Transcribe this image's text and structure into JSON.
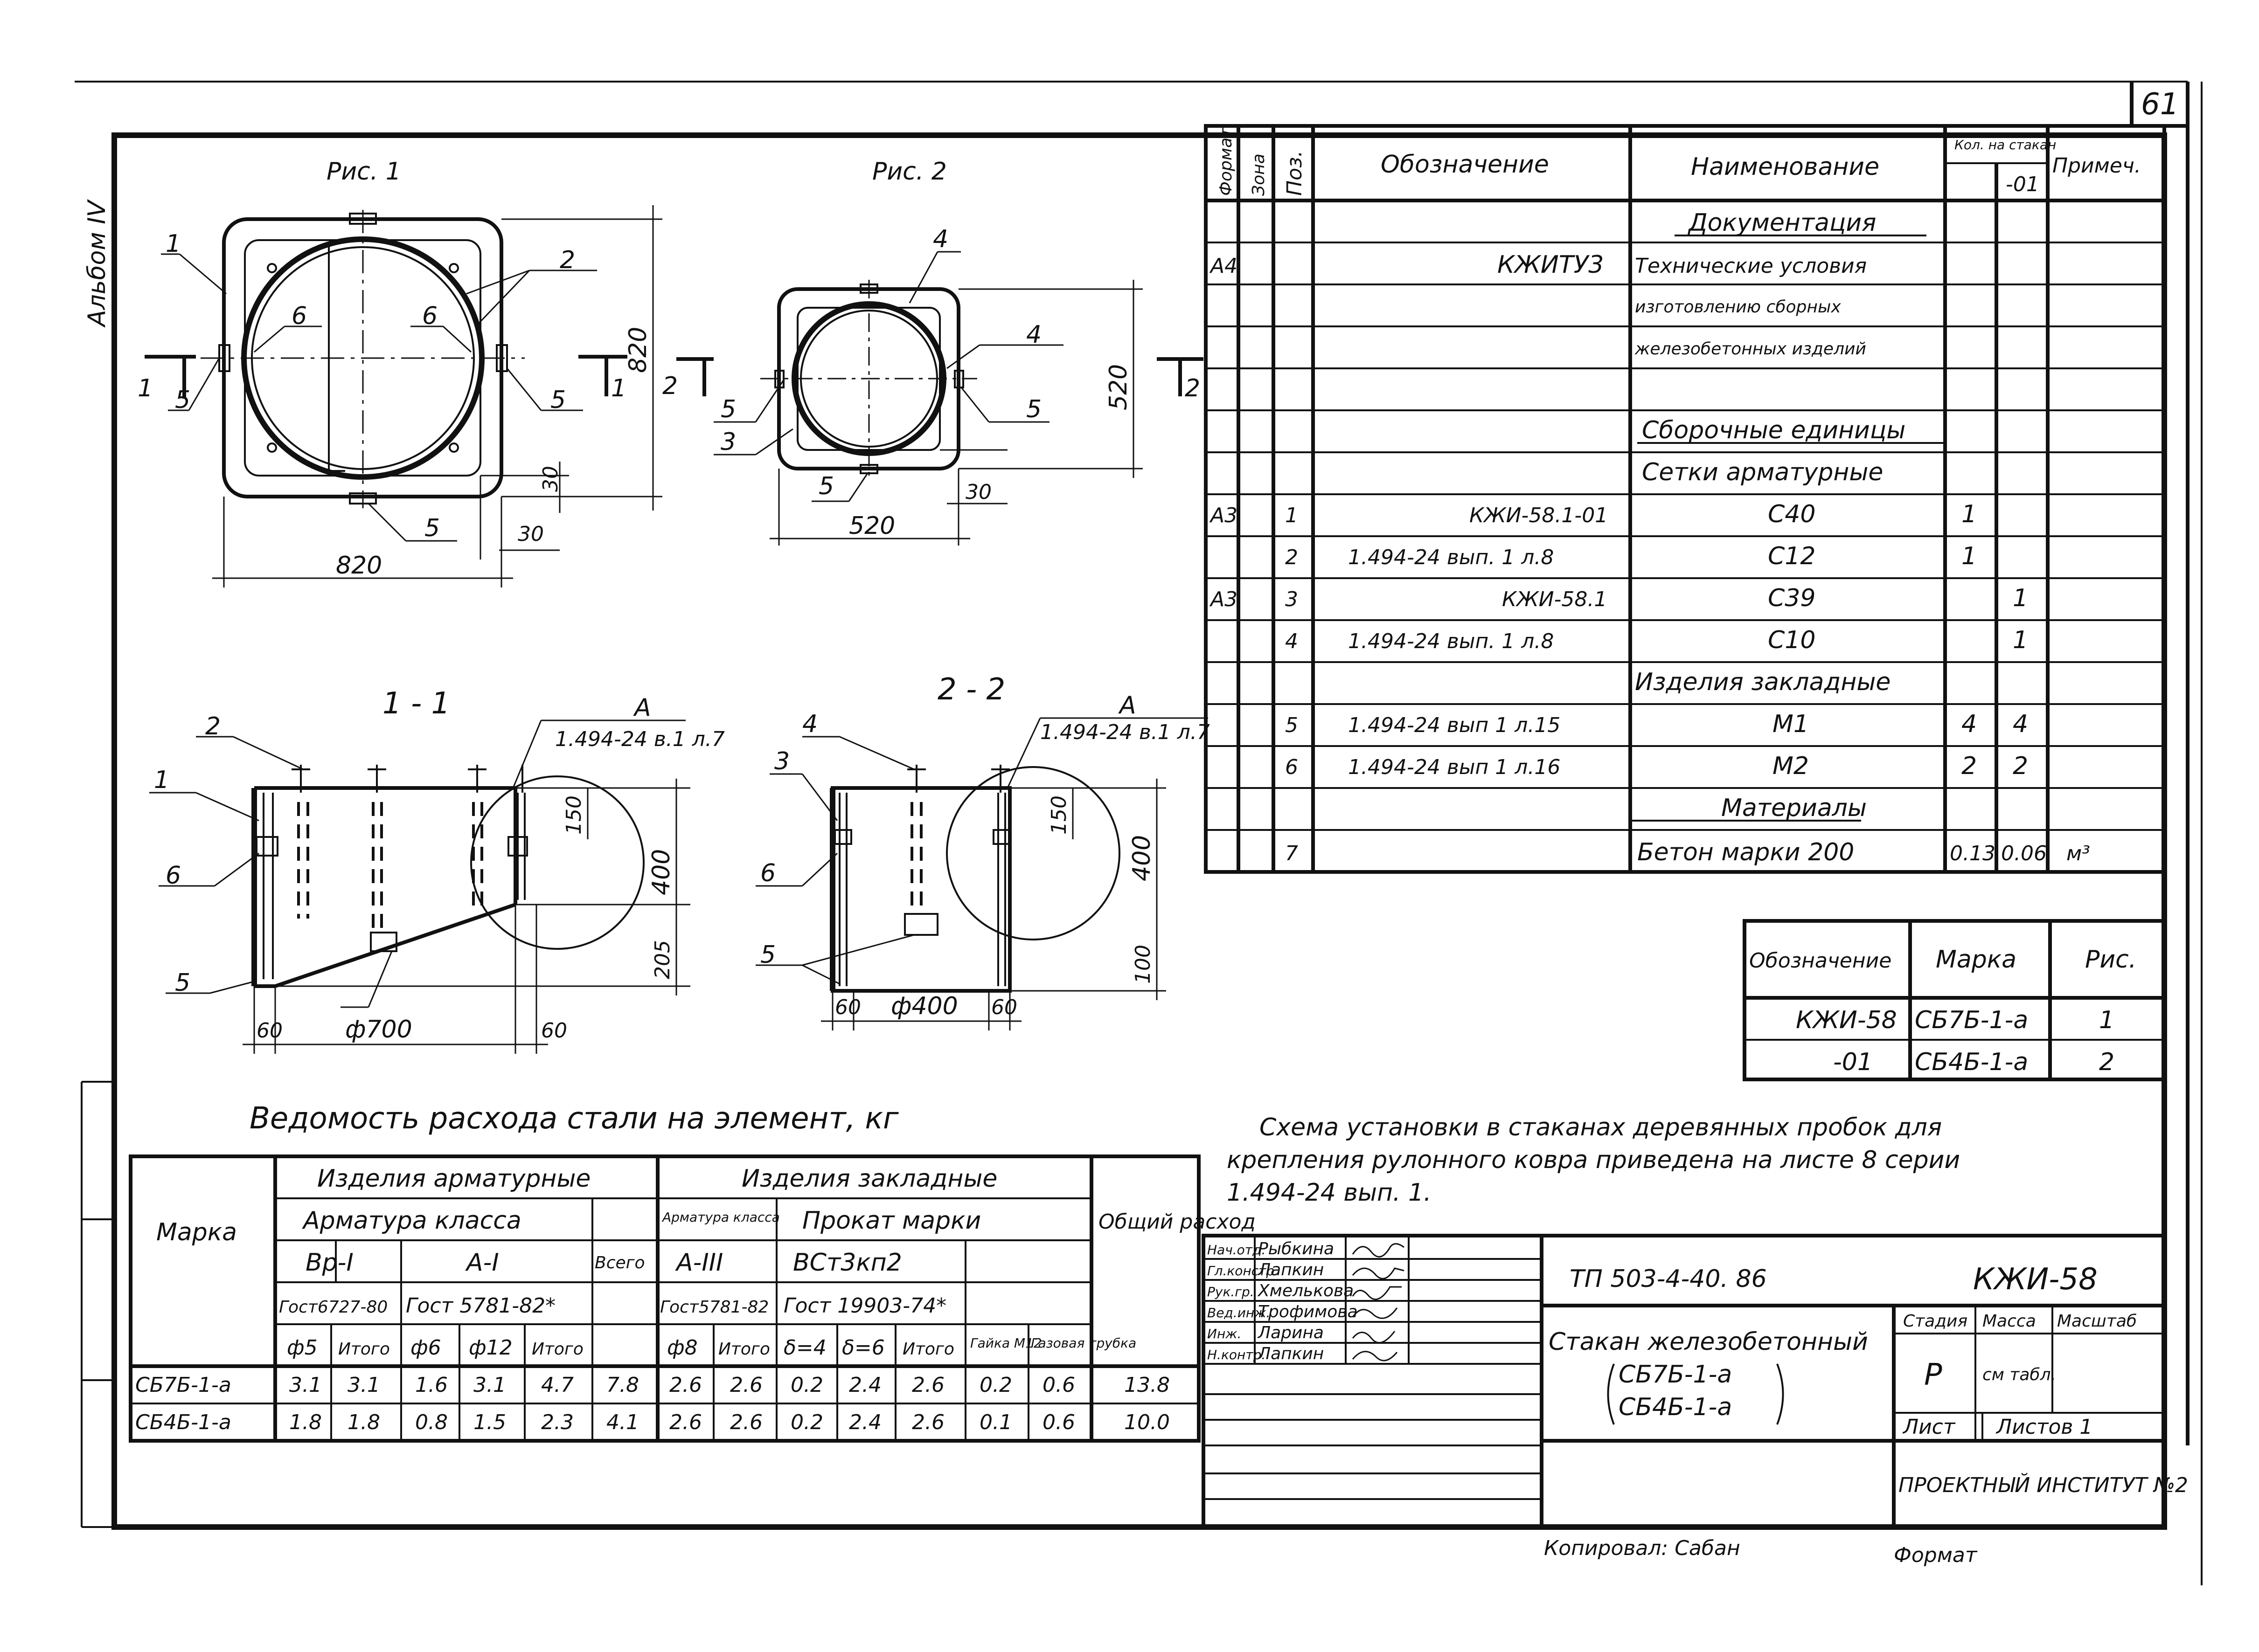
{
  "sheet_number": "61",
  "album": "Альбом IV",
  "figures": {
    "fig1_title": "Рис. 1",
    "fig2_title": "Рис. 2",
    "section1_title": "1 - 1",
    "section2_title": "2 - 2"
  },
  "fig1": {
    "pos1": "1",
    "pos2": "2",
    "pos5a": "5",
    "pos5b": "5",
    "pos5c": "5",
    "pos6a": "6",
    "pos6b": "6",
    "dim_820_h": "820",
    "dim_820_v": "820",
    "dim_30a": "30",
    "dim_30b": "30",
    "cut_left_num": "1",
    "cut_right_num": "1"
  },
  "fig2": {
    "pos3": "3",
    "pos4a": "4",
    "pos4b": "4",
    "pos5a": "5",
    "pos5b": "5",
    "pos5c": "5",
    "dim_520_h": "520",
    "dim_520_v": "520",
    "dim_30": "30",
    "cut_left_num": "2",
    "cut_right_num": "2"
  },
  "sec1": {
    "pos1": "1",
    "pos2": "2",
    "pos5": "5",
    "pos6": "6",
    "callout": "А",
    "callout_ref": "1.494-24 в.1 л.7",
    "dim_150": "150",
    "dim_400": "400",
    "dim_205": "205",
    "dim_60a": "60",
    "dim_60b": "60",
    "dim_d700": "ф700"
  },
  "sec2": {
    "pos3": "3",
    "pos4": "4",
    "pos5": "5",
    "pos6": "6",
    "callout": "А",
    "callout_ref": "1.494-24 в.1 л.7",
    "dim_150": "150",
    "dim_400": "400",
    "dim_100": "100",
    "dim_60a": "60",
    "dim_60b": "60",
    "dim_d400": "ф400"
  },
  "spec": {
    "headers": {
      "format": "Формат",
      "zone": "Зона",
      "pos": "Поз.",
      "designation": "Обозначение",
      "name": "Наименование",
      "qty_top": "Кол. на стакан",
      "qty_variant": "-01",
      "note": "Примеч."
    },
    "rows": [
      {
        "format": "",
        "pos": "",
        "designation": "",
        "name": "Документация",
        "q1": "",
        "q2": "",
        "note": ""
      },
      {
        "format": "А4",
        "pos": "",
        "designation": "КЖИТУ3",
        "name": "Технические условия",
        "q1": "",
        "q2": "",
        "note": ""
      },
      {
        "format": "",
        "pos": "",
        "designation": "",
        "name": "изготовлению сборных",
        "q1": "",
        "q2": "",
        "note": ""
      },
      {
        "format": "",
        "pos": "",
        "designation": "",
        "name": "железобетонных изделий",
        "q1": "",
        "q2": "",
        "note": ""
      },
      {
        "format": "",
        "pos": "",
        "designation": "",
        "name": "",
        "q1": "",
        "q2": "",
        "note": ""
      },
      {
        "format": "",
        "pos": "",
        "designation": "",
        "name": "Сборочные единицы",
        "q1": "",
        "q2": "",
        "note": ""
      },
      {
        "format": "",
        "pos": "",
        "designation": "",
        "name": "Сетки арматурные",
        "q1": "",
        "q2": "",
        "note": ""
      },
      {
        "format": "А3",
        "pos": "1",
        "designation": "КЖИ-58.1-01",
        "name": "С40",
        "q1": "1",
        "q2": "",
        "note": ""
      },
      {
        "format": "",
        "pos": "2",
        "designation": "1.494-24 вып. 1 л.8",
        "name": "С12",
        "q1": "1",
        "q2": "",
        "note": ""
      },
      {
        "format": "А3",
        "pos": "3",
        "designation": "КЖИ-58.1",
        "name": "С39",
        "q1": "",
        "q2": "1",
        "note": ""
      },
      {
        "format": "",
        "pos": "4",
        "designation": "1.494-24 вып. 1 л.8",
        "name": "С10",
        "q1": "",
        "q2": "1",
        "note": ""
      },
      {
        "format": "",
        "pos": "",
        "designation": "",
        "name": "Изделия закладные",
        "q1": "",
        "q2": "",
        "note": ""
      },
      {
        "format": "",
        "pos": "5",
        "designation": "1.494-24 вып 1 л.15",
        "name": "М1",
        "q1": "4",
        "q2": "4",
        "note": ""
      },
      {
        "format": "",
        "pos": "6",
        "designation": "1.494-24 вып 1 л.16",
        "name": "М2",
        "q1": "2",
        "q2": "2",
        "note": ""
      },
      {
        "format": "",
        "pos": "",
        "designation": "",
        "name": "Материалы",
        "q1": "",
        "q2": "",
        "note": ""
      },
      {
        "format": "",
        "pos": "7",
        "designation": "",
        "name": "Бетон марки 200",
        "q1": "0.13",
        "q2": "0.06",
        "note": "м³"
      }
    ]
  },
  "marks": {
    "headers": [
      "Обозначение",
      "Марка",
      "Рис."
    ],
    "rows": [
      [
        "КЖИ-58",
        "СБ7Б-1-а",
        "1"
      ],
      [
        "-01",
        "СБ4Б-1-а",
        "2"
      ]
    ]
  },
  "note_text": {
    "line1": "Схема установки в стаканах деревянных пробок для",
    "line2": "крепления рулонного ковра приведена на листе 8 серии",
    "line3": "1.494-24 вып. 1."
  },
  "steel": {
    "title": "Ведомость расхода стали на элемент, кг",
    "h_mark": "Марка",
    "h_arm": "Изделия арматурные",
    "h_emb": "Изделия закладные",
    "h_total": "Общий расход",
    "h_arm_class": "Арматура класса",
    "h_vsego": "Всего",
    "h_emb_class": "Арматура класса",
    "h_prokat": "Прокат марки",
    "h_bpi": "Вр-I",
    "h_ai": "А-I",
    "h_aiii": "А-III",
    "h_vst": "ВСт3кп2",
    "h_gost1": "Гост6727-80",
    "h_gost2": "Гост 5781-82*",
    "h_gost3": "Гост5781-82",
    "h_gost4": "Гост 19903-74*",
    "cols": [
      "ф5",
      "Итого",
      "ф6",
      "ф12",
      "Итого",
      "ф8",
      "Итого",
      "δ=4",
      "δ=6",
      "Итого",
      "Гайка М12",
      "Газовая трубка"
    ],
    "rows": [
      [
        "СБ7Б-1-а",
        "3.1",
        "3.1",
        "1.6",
        "3.1",
        "4.7",
        "7.8",
        "2.6",
        "2.6",
        "0.2",
        "2.4",
        "2.6",
        "0.2",
        "0.6",
        "13.8"
      ],
      [
        "СБ4Б-1-а",
        "1.8",
        "1.8",
        "0.8",
        "1.5",
        "2.3",
        "4.1",
        "2.6",
        "2.6",
        "0.2",
        "2.4",
        "2.6",
        "0.1",
        "0.6",
        "10.0"
      ]
    ]
  },
  "title_block": {
    "people": [
      [
        "Нач.отд.",
        "Рыбкина"
      ],
      [
        "Гл.констр.",
        "Лапкин"
      ],
      [
        "Рук.гр.",
        "Хмелькова"
      ],
      [
        "Вед.инж.",
        "Трофимова"
      ],
      [
        "Инж.",
        "Ларина"
      ],
      [
        "Н.контр.",
        "Лапкин"
      ]
    ],
    "project": "ТП 503-4-40. 86",
    "code": "КЖИ-58",
    "object_name": "Стакан железобетонный",
    "variant1": "СБ7Б-1-а",
    "variant2": "СБ4Б-1-а",
    "h_stage": "Стадия",
    "h_mass": "Масса",
    "h_scale": "Масштаб",
    "stage": "Р",
    "mass": "см табл.",
    "sheet_label": "Лист",
    "sheets_label": "Листов 1",
    "org": "ПРОЕКТНЫЙ ИНСТИТУТ №2"
  },
  "footer": {
    "copied": "Копировал: Сабан",
    "format": "Формат"
  }
}
